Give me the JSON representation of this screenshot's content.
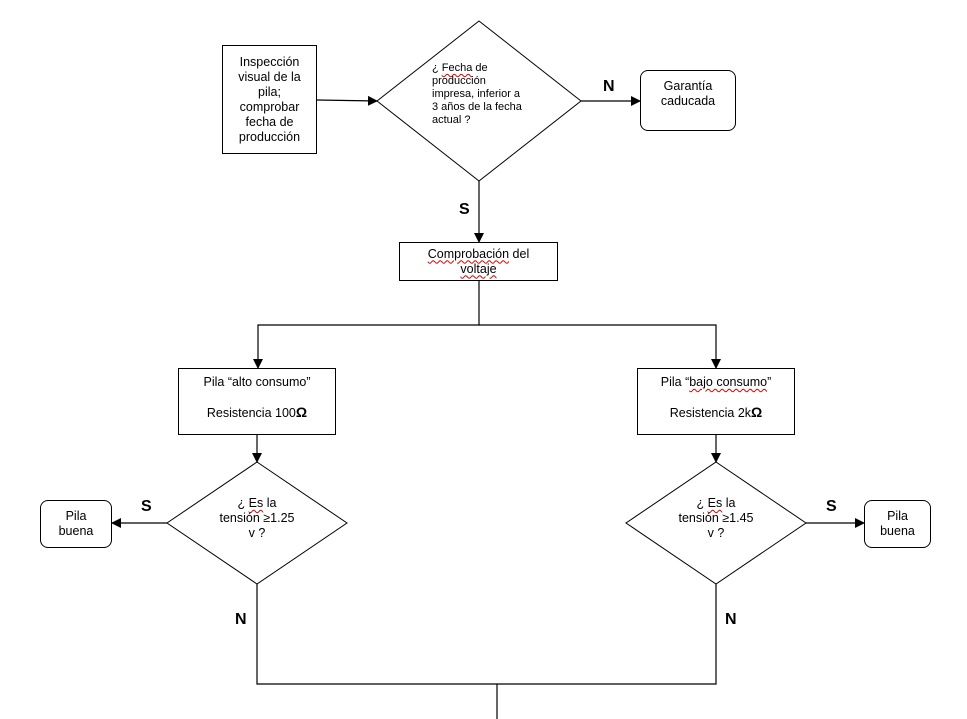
{
  "nodes": {
    "inspection": [
      "Inspección",
      "visual de la",
      "pila;",
      "comprobar",
      "fecha de",
      "producción"
    ],
    "date_check": {
      "l1_pre": "¿ ",
      "l1_word": "Fecha",
      "l1_post": " de",
      "l2": "producción",
      "l3": "impresa, inferior a",
      "l4": "3 años de la fecha",
      "l5": "actual ?"
    },
    "warranty_expired": [
      "Garantía",
      "caducada"
    ],
    "voltage_check": {
      "l1_word": "Comprobación",
      "l1_post": " del",
      "l2_word": "voltaje"
    },
    "high_consumption": {
      "title": "Pila “alto consumo”",
      "resistance": "Resistencia 100",
      "unit": "Ω"
    },
    "low_consumption": {
      "title_pre": "Pila “",
      "title_word": "bajo consumo",
      "title_post": "”",
      "resistance": "Resistencia 2k",
      "unit": "Ω"
    },
    "tension_high": {
      "l1_pre": "¿ ",
      "l1_word": "Es",
      "l1_post": " la",
      "l2": "tensión ≥1.25",
      "l3": "v  ?"
    },
    "tension_low": {
      "l1_pre": "¿ ",
      "l1_word": "Es",
      "l1_post": " la",
      "l2": "tensión ≥1.45",
      "l3": "v  ?"
    },
    "good_left": [
      "Pila",
      "buena"
    ],
    "good_right": [
      "Pila",
      "buena"
    ]
  },
  "labels": {
    "date_no": "N",
    "date_yes": "S",
    "high_yes": "S",
    "high_no": "N",
    "low_yes": "S",
    "low_no": "N"
  }
}
